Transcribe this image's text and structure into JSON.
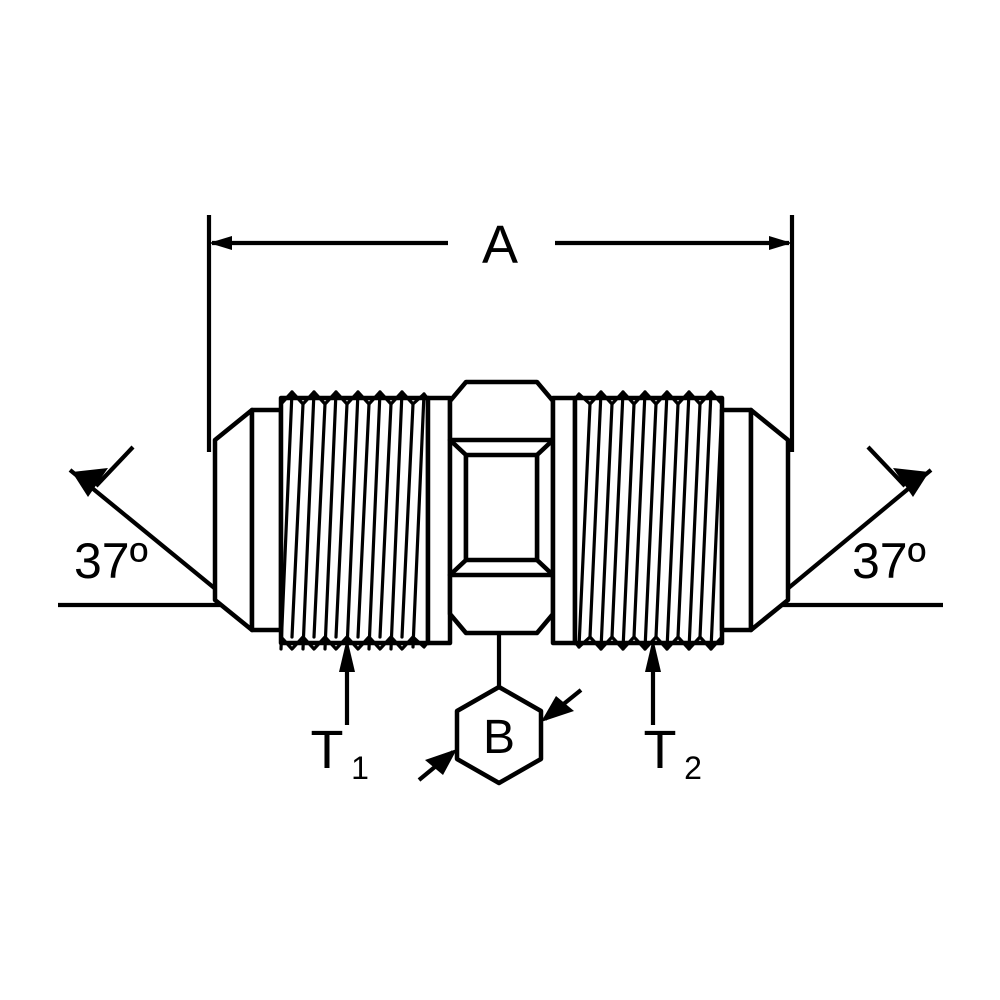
{
  "drawing": {
    "title": "37 Degree JIC Flare Union Fitting - Dimensional Diagram",
    "background_color": "#ffffff",
    "line_color": "#000000",
    "dimensions": {
      "overall_length": {
        "label": "A",
        "name": "overall-length-dimension",
        "type": "linear",
        "arrow_style": "double-ended"
      },
      "hex_across_flats": {
        "label": "B",
        "name": "hex-size-callout",
        "type": "hexagon-balloon",
        "arrow_style": "double-leader"
      },
      "thread_left": {
        "label": "T",
        "subscript": "1",
        "name": "left-thread-callout",
        "type": "leader-arrow"
      },
      "thread_right": {
        "label": "T",
        "subscript": "2",
        "name": "right-thread-callout",
        "type": "leader-arrow"
      },
      "flare_angle_left": {
        "label": "37º",
        "name": "left-flare-angle",
        "value": 37,
        "unit": "degrees"
      },
      "flare_angle_right": {
        "label": "37º",
        "name": "right-flare-angle",
        "value": 37,
        "unit": "degrees"
      }
    },
    "components": {
      "left_flare_nose": "left-flare-cone",
      "left_body": "left-hex-body",
      "left_threads": "left-threaded-section",
      "center_nut": "center-hex-nut",
      "right_threads": "right-threaded-section",
      "right_body": "right-hex-body",
      "right_flare_nose": "right-flare-cone"
    }
  }
}
